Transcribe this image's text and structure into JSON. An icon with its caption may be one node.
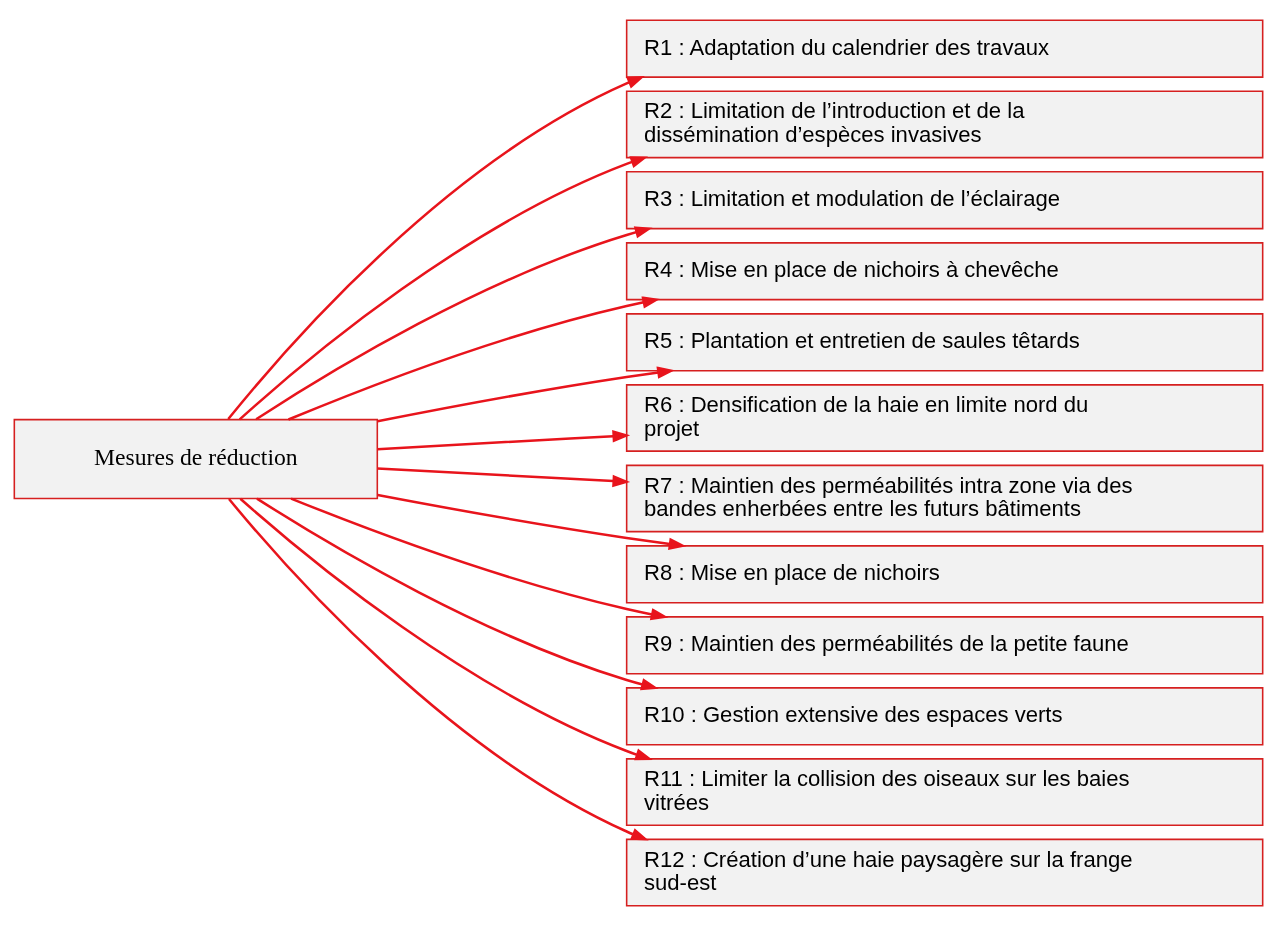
{
  "diagram": {
    "nodes": [
      {
        "text": [
          "Mesures de réduction"
        ]
      },
      {
        "text": [
          "R1 : Adaptation du calendrier des travaux"
        ]
      },
      {
        "text": [
          "R2 : Limitation de l’introduction et de la dissémination d’espèces invasives"
        ]
      },
      {
        "text": [
          "R3 : Limitation et modulation de l’éclairage"
        ]
      },
      {
        "text": [
          "R4 : Mise en place de nichoirs à chevêche"
        ]
      },
      {
        "text": [
          "R5 : Plantation et entretien de saules têtards"
        ]
      },
      {
        "text": [
          "R6 : Densification de la haie en limite nord du projet"
        ]
      },
      {
        "text": [
          "R7 : Maintien des perméabilités intra zone via des bandes enherbées entre les futurs bâtiments"
        ]
      },
      {
        "text": [
          "R8 : Mise en place de nichoirs"
        ]
      },
      {
        "text": [
          "R9 : Maintien des perméabilités de la petite faune"
        ]
      },
      {
        "text": [
          "R10 : Gestion extensive des espaces verts"
        ]
      },
      {
        "text": [
          "R11 : Limiter la collision des oiseaux sur les baies vitrées"
        ]
      },
      {
        "text": [
          "R12 : Création d’une haie paysagère sur la frange sud-est"
        ]
      }
    ],
    "edges": [
      {
        "from": 0,
        "to": 1,
        "arrow": "to"
      },
      {
        "from": 0,
        "to": 2,
        "arrow": "to"
      },
      {
        "from": 0,
        "to": 3,
        "arrow": "to"
      },
      {
        "from": 0,
        "to": 4,
        "arrow": "to"
      },
      {
        "from": 0,
        "to": 5,
        "arrow": "to"
      },
      {
        "from": 0,
        "to": 6,
        "arrow": "to"
      },
      {
        "from": 0,
        "to": 7,
        "arrow": "to"
      },
      {
        "from": 0,
        "to": 8,
        "arrow": "to"
      },
      {
        "from": 0,
        "to": 9,
        "arrow": "to"
      },
      {
        "from": 0,
        "to": 10,
        "arrow": "to"
      },
      {
        "from": 0,
        "to": 11,
        "arrow": "to"
      },
      {
        "from": 0,
        "to": 12,
        "arrow": "to"
      }
    ]
  }
}
